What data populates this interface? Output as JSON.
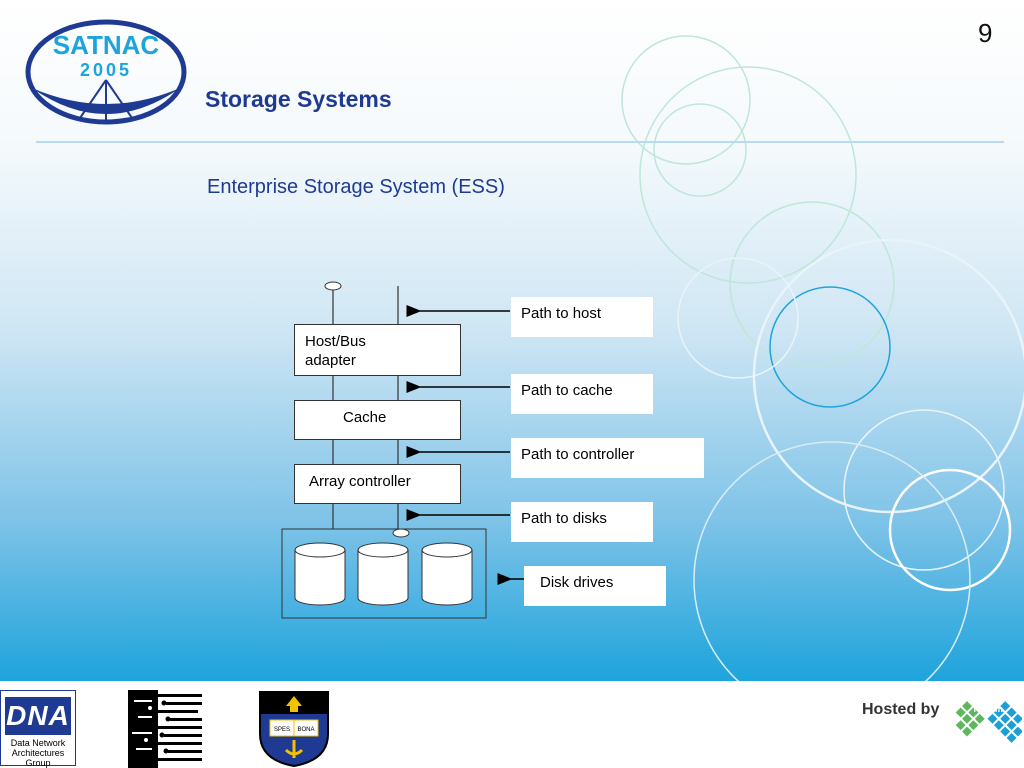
{
  "header": {
    "slide_number": "9",
    "title": "Storage Systems",
    "subtitle": "Enterprise Storage System (ESS)",
    "logo": {
      "name": "SATNAC",
      "year": "2005"
    }
  },
  "diagram": {
    "components": {
      "host_bus_adapter": "Host/Bus\nadapter",
      "cache": "Cache",
      "array_controller": "Array controller"
    },
    "callouts": {
      "path_to_host": "Path to host",
      "path_to_cache": "Path to cache",
      "path_to_controller": "Path to controller",
      "path_to_disks": "Path to disks",
      "disk_drives": "Disk drives"
    }
  },
  "footer": {
    "dna_logo": {
      "mark": "DNA",
      "caption": "Data Network Architectures Group"
    },
    "hosted_by": "Hosted by",
    "telkom": "Telkom",
    "crest_motto": [
      "SPES",
      "BONA"
    ]
  },
  "colors": {
    "title": "#1f3a93",
    "accent_blue": "#1ea4dc",
    "telkom_blue": "#1b9fd8",
    "telkom_green": "#5cb85c"
  }
}
